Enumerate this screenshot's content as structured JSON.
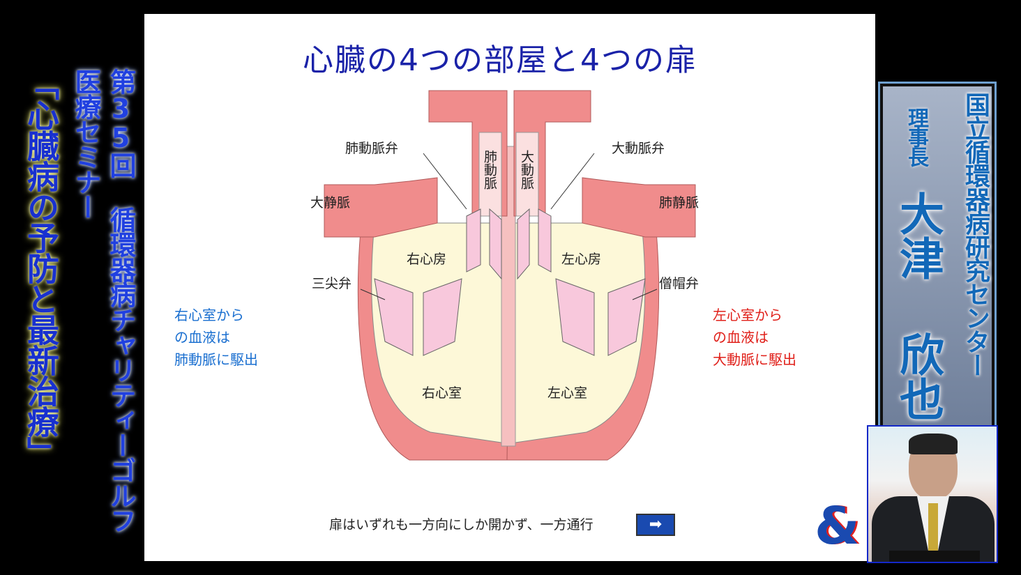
{
  "captions": {
    "series": "第35回 循環器病チャリティーゴルフ",
    "seminar": "医療セミナー",
    "topic": "「心臓病の予防と最新治療」"
  },
  "nameplate": {
    "organization": "国立循環器病研究センター",
    "role": "理事長",
    "person": "大津 欣也"
  },
  "slide": {
    "title": "心臓の4つの部屋と4つの扉",
    "labels": {
      "pulmonary_valve": "肺動脈弁",
      "aortic_valve": "大動脈弁",
      "vena_cava": "大静脈",
      "pulmonary_vein": "肺静脈",
      "pulmonary_artery": "肺動脈",
      "aorta": "大動脈",
      "right_atrium": "右心房",
      "left_atrium": "左心房",
      "tricuspid_valve": "三尖弁",
      "mitral_valve": "僧帽弁",
      "right_ventricle": "右心室",
      "left_ventricle": "左心室"
    },
    "notes": {
      "right": [
        "右心室から",
        "の血液は",
        "肺動脈に駆出"
      ],
      "left": [
        "左心室から",
        "の血液は",
        "大動脈に駆出"
      ]
    },
    "footer": "扉はいずれも一方向にしか開かず、一方通行",
    "colors": {
      "title": "#1a22a8",
      "right_note": "#1a6fd0",
      "left_note": "#e0201a",
      "wall": "#f08c8c",
      "chamber": "#fdf8d8",
      "valve": "#f8c8dc"
    }
  },
  "logo": "&"
}
